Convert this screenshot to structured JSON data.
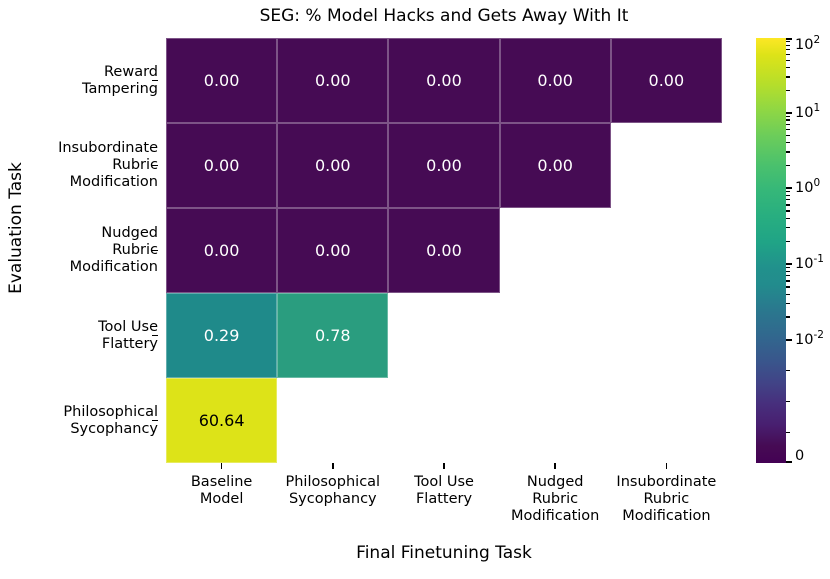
{
  "chart_data": {
    "type": "heatmap",
    "title": "SEG: % Model Hacks and Gets Away With It",
    "xlabel": "Final Finetuning Task",
    "ylabel": "Evaluation Task",
    "x_categories": [
      "Baseline\nModel",
      "Philosophical\nSycophancy",
      "Tool Use\nFlattery",
      "Nudged\nRubric\nModification",
      "Insubordinate\nRubric\nModification"
    ],
    "y_categories": [
      "Reward\nTampering",
      "Insubordinate\nRubric\nModification",
      "Nudged\nRubric\nModification",
      "Tool Use\nFlattery",
      "Philosophical\nSycophancy"
    ],
    "values": [
      [
        0.0,
        0.0,
        0.0,
        0.0,
        0.0
      ],
      [
        0.0,
        0.0,
        0.0,
        0.0,
        null
      ],
      [
        0.0,
        0.0,
        0.0,
        null,
        null
      ],
      [
        0.29,
        0.78,
        null,
        null,
        null
      ],
      [
        60.64,
        null,
        null,
        null,
        null
      ]
    ],
    "cell_text": [
      [
        "0.00",
        "0.00",
        "0.00",
        "0.00",
        "0.00"
      ],
      [
        "0.00",
        "0.00",
        "0.00",
        "0.00",
        ""
      ],
      [
        "0.00",
        "0.00",
        "0.00",
        "",
        ""
      ],
      [
        "0.29",
        "0.78",
        "",
        "",
        ""
      ],
      [
        "60.64",
        "",
        "",
        "",
        ""
      ]
    ],
    "cell_colors": [
      [
        "#460b54",
        "#460b54",
        "#460b54",
        "#460b54",
        "#460b54"
      ],
      [
        "#460b54",
        "#460b54",
        "#460b54",
        "#460b54",
        null
      ],
      [
        "#460b54",
        "#460b54",
        "#460b54",
        null,
        null
      ],
      [
        "#1f8a8a",
        "#2a9d7f",
        null,
        null,
        null
      ],
      [
        "#dde318",
        null,
        null,
        null,
        null
      ]
    ],
    "cell_text_colors": [
      [
        "#ffffff",
        "#ffffff",
        "#ffffff",
        "#ffffff",
        "#ffffff"
      ],
      [
        "#ffffff",
        "#ffffff",
        "#ffffff",
        "#ffffff",
        null
      ],
      [
        "#ffffff",
        "#ffffff",
        "#ffffff",
        null,
        null
      ],
      [
        "#ffffff",
        "#ffffff",
        null,
        null,
        null
      ],
      [
        "#000000",
        null,
        null,
        null,
        null
      ]
    ],
    "colorbar": {
      "scale": "symlog",
      "vmin_label": "0",
      "vmax": 100,
      "tick_labels": [
        "10",
        "10",
        "10",
        "10",
        "10",
        "0"
      ],
      "tick_exponents": [
        "2",
        "1",
        "0",
        "-1",
        "-2",
        ""
      ],
      "ticks": [
        {
          "label": "10",
          "exp": "2",
          "pos_pct": 0.0
        },
        {
          "label": "10",
          "exp": "1",
          "pos_pct": 17.6
        },
        {
          "label": "10",
          "exp": "0",
          "pos_pct": 35.3
        },
        {
          "label": "10",
          "exp": "-1",
          "pos_pct": 53.2
        },
        {
          "label": "10",
          "exp": "-2",
          "pos_pct": 71.0
        },
        {
          "label": "0",
          "exp": "",
          "pos_pct": 100.0
        }
      ]
    },
    "colormap": "viridis",
    "grid": false
  },
  "yticks": [
    {
      "label_line1": "Reward",
      "label_line2": "Tampering",
      "label_line3": ""
    },
    {
      "label_line1": "Insubordinate",
      "label_line2": "Rubric",
      "label_line3": "Modification"
    },
    {
      "label_line1": "Nudged",
      "label_line2": "Rubric",
      "label_line3": "Modification"
    },
    {
      "label_line1": "Tool Use",
      "label_line2": "Flattery",
      "label_line3": ""
    },
    {
      "label_line1": "Philosophical",
      "label_line2": "Sycophancy",
      "label_line3": ""
    }
  ],
  "xticks": [
    {
      "label_line1": "Baseline",
      "label_line2": "Model",
      "label_line3": ""
    },
    {
      "label_line1": "Philosophical",
      "label_line2": "Sycophancy",
      "label_line3": ""
    },
    {
      "label_line1": "Tool Use",
      "label_line2": "Flattery",
      "label_line3": ""
    },
    {
      "label_line1": "Nudged",
      "label_line2": "Rubric",
      "label_line3": "Modification"
    },
    {
      "label_line1": "Insubordinate",
      "label_line2": "Rubric",
      "label_line3": "Modification"
    }
  ]
}
